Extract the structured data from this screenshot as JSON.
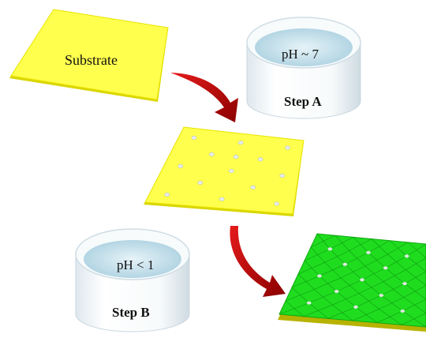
{
  "labels": {
    "substrate": "Substrate",
    "step_a_ph": "pH ~ 7",
    "step_a": "Step A",
    "step_b_ph": "pH < 1",
    "step_b": "Step B"
  },
  "colors": {
    "substrate_yellow": "#ffff4d",
    "substrate_edge": "#d9d600",
    "green_film": "#1fdc1f",
    "green_film_edge": "#0e9a0e",
    "arrow_red": "#c40000",
    "water": "#c9e3ee",
    "dish_glass": "#f2f6f8"
  },
  "icons": [
    "curved-arrow-icon",
    "petri-dish-icon",
    "substrate-plate-icon"
  ]
}
